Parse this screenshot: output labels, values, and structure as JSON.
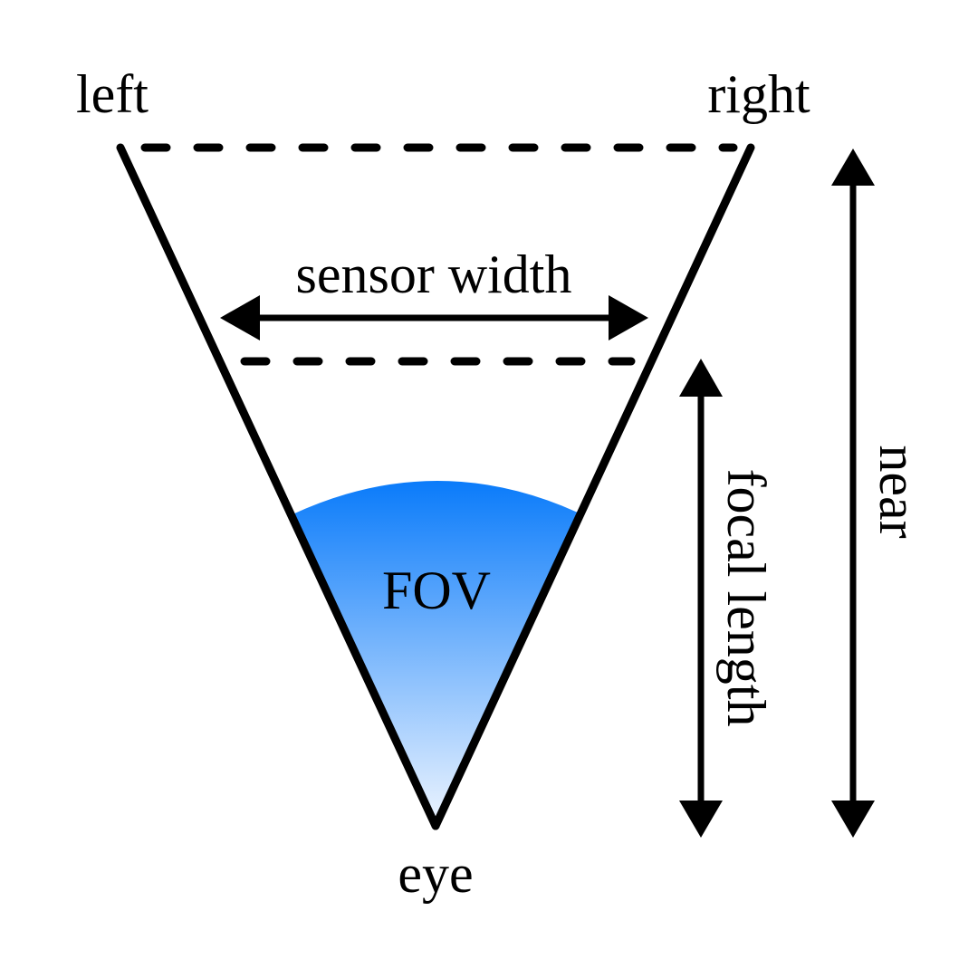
{
  "labels": {
    "left": "left",
    "right": "right",
    "sensor_width": "sensor width",
    "fov": "FOV",
    "eye": "eye",
    "focal_length": "focal length",
    "near": "near"
  },
  "colors": {
    "stroke": "#000000",
    "fov_top": "#0A7BFA",
    "fov_bottom": "#EEF5FF",
    "background": "#FFFFFF"
  }
}
